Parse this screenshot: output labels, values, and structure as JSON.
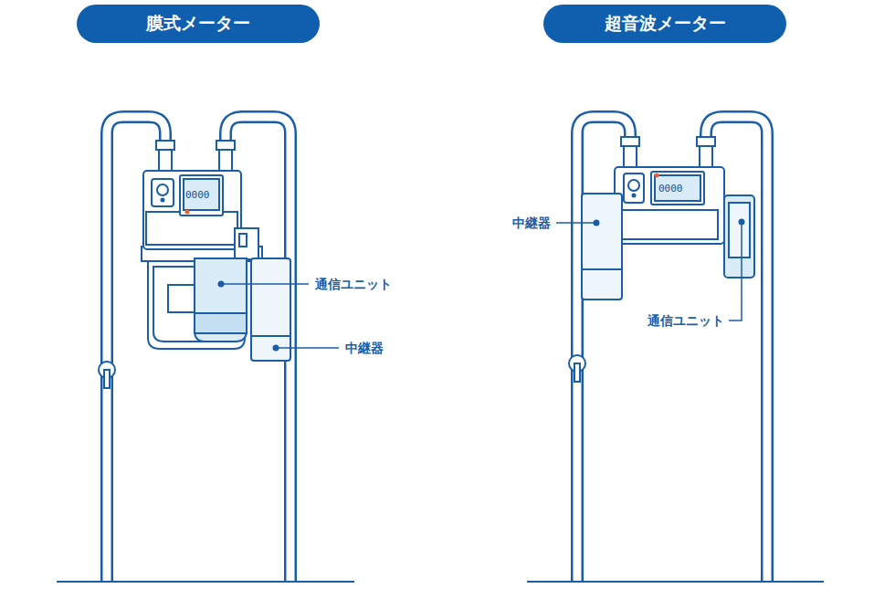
{
  "diagram": {
    "nodes": [
      {
        "text": [
          "膜式メーター"
        ]
      },
      {
        "text": [
          "超音波メーター"
        ]
      }
    ],
    "labels": [
      "通信ユニット",
      "中継器",
      "中継器",
      "通信ユニット",
      "0000",
      "0000"
    ]
  }
}
